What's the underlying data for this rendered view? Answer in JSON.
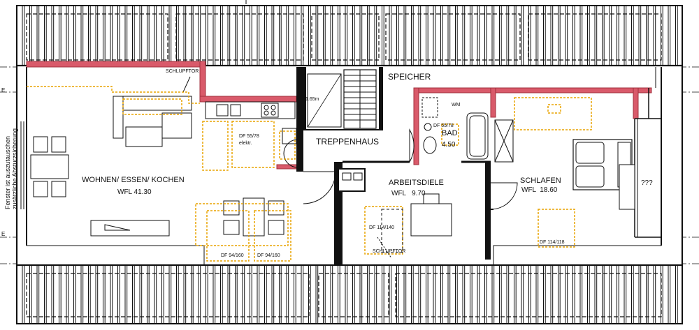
{
  "plan": {
    "speicher": "SPEICHER",
    "treppenhaus": "TREPPENHAUS",
    "wohnen_name": "WOHNEN/ ESSEN/ KOCHEN",
    "wohnen_area": "WFL 41.30",
    "arbeits_name": "ARBEITSDIELE",
    "arbeits_area": "WFL   9.70",
    "bad_name": "BAD",
    "bad_area": "4.50",
    "schlafen_name": "SCHLAFEN",
    "schlafen_area": "WFL  18.60",
    "unknown": "???",
    "height_note": "1.65m",
    "schlupftor_top": "SCHLUPFTOR",
    "schlupftor_bottom": "SCHLUPFTOR",
    "df_kitchen": "DF 55/78",
    "df_kitchen_sub": "elektr.",
    "df_bad": "DF 55/78",
    "df_arbeits": "DF 114/140",
    "df_wohnen_1": "DF 94/160",
    "df_wohnen_2": "DF 94/160",
    "df_schlafen": "DF 114/118",
    "wm": "WM",
    "axis_e_top": "E",
    "axis_e_bottom": "E",
    "side_note_1": "Fenster ist auszutauschen",
    "side_note_2": "zusätzliche Absturzsicherung"
  }
}
